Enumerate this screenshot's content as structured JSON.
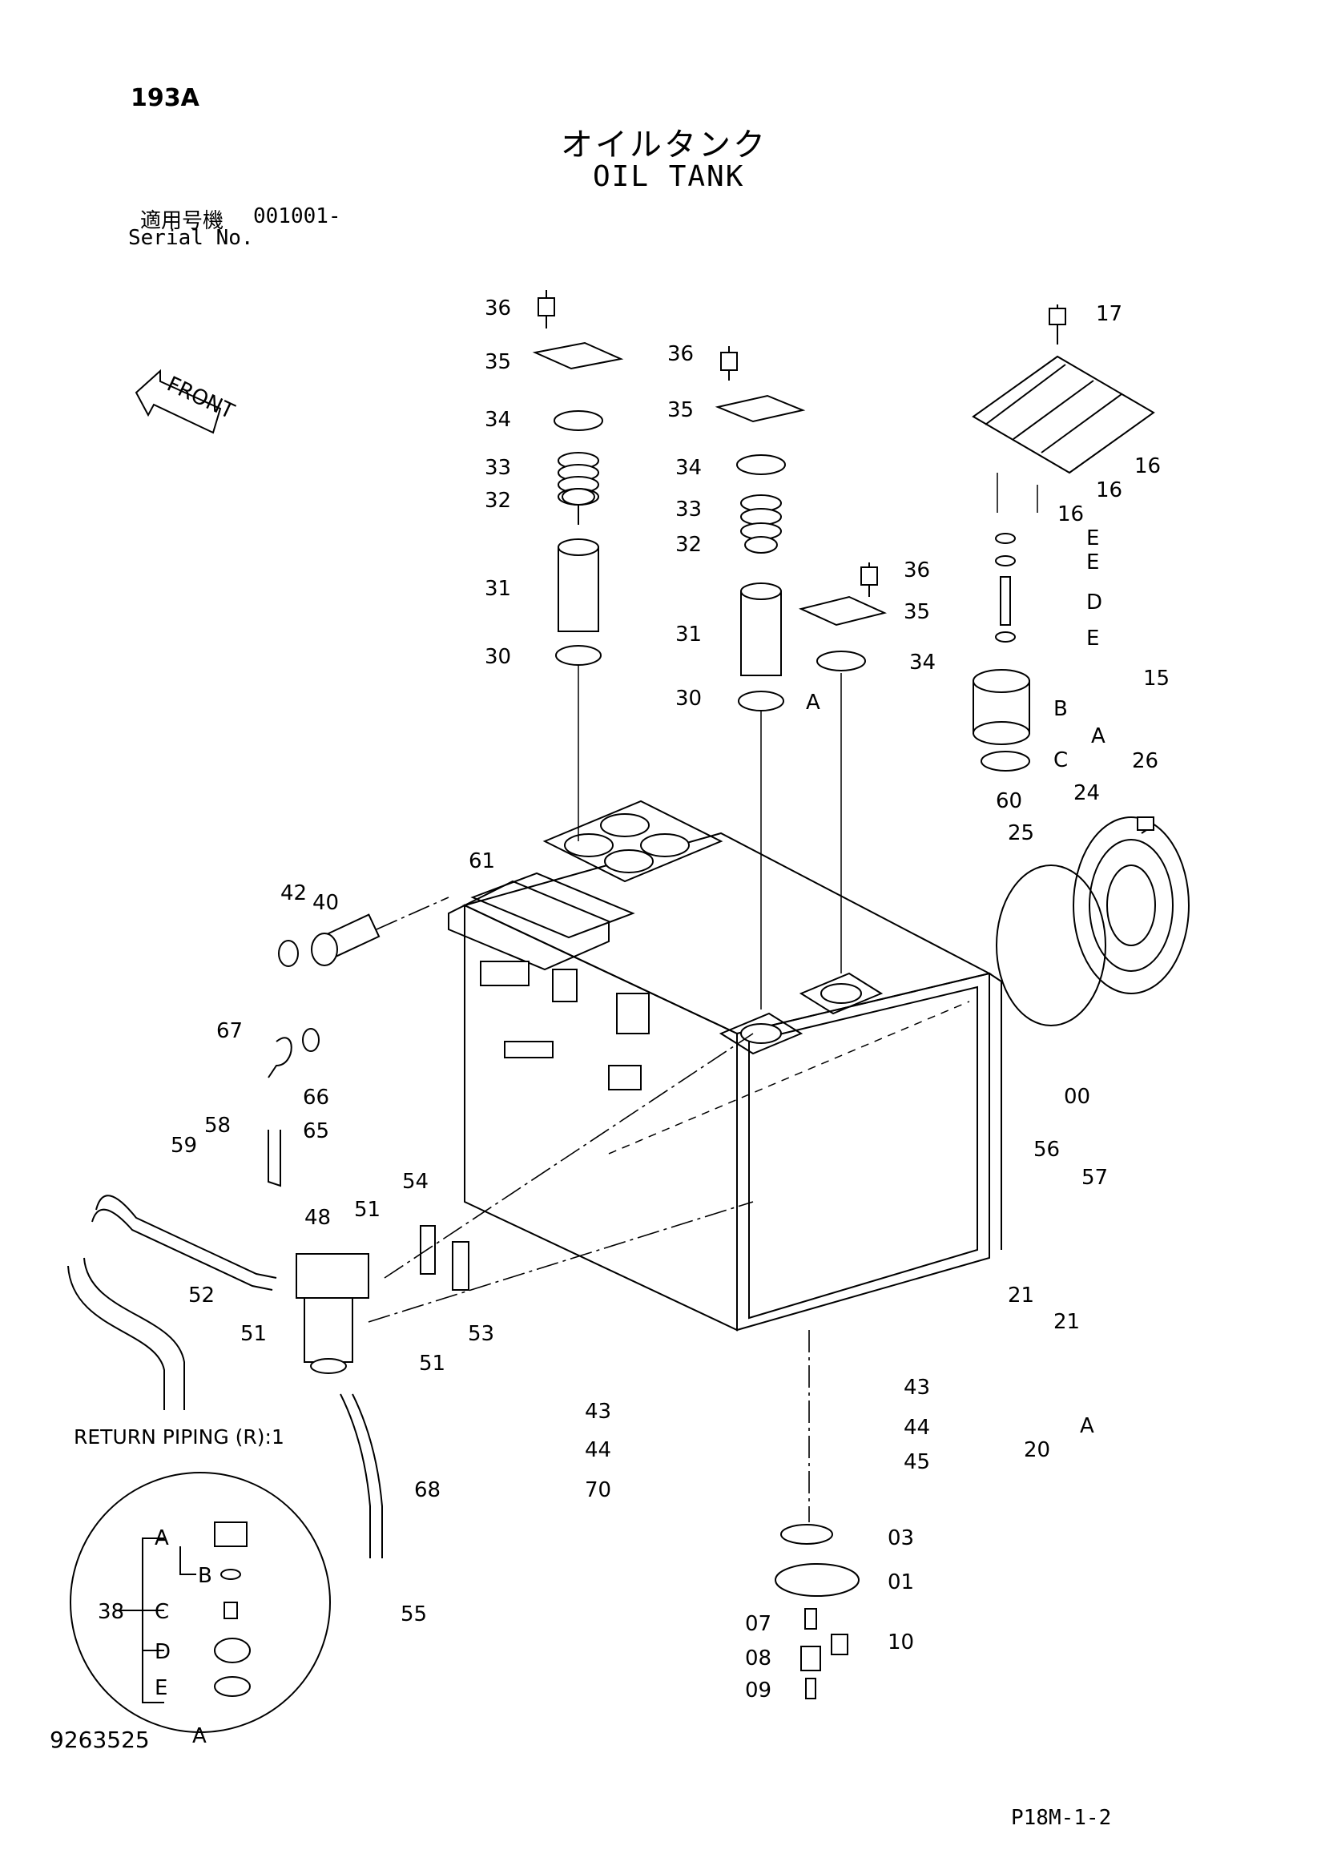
{
  "header": {
    "page_number": "193A",
    "title_jp": "オイルタンク",
    "title_en": "OIL TANK",
    "serial_label_jp": "適用号機",
    "serial_value": "001001-",
    "serial_label_en": "Serial No."
  },
  "direction_label": "FRONT",
  "part_labels": [
    "36",
    "35",
    "34",
    "33",
    "32",
    "31",
    "30",
    "36",
    "35",
    "34",
    "33",
    "32",
    "31",
    "30",
    "36",
    "35",
    "34",
    "17",
    "16",
    "16",
    "16",
    "E",
    "E",
    "D",
    "E",
    "15",
    "B",
    "C",
    "A",
    "A",
    "26",
    "24",
    "25",
    "60",
    "61",
    "40",
    "42",
    "67",
    "66",
    "65",
    "58",
    "59",
    "54",
    "48",
    "51",
    "52",
    "51",
    "51",
    "53",
    "00",
    "56",
    "57",
    "21",
    "21",
    "20",
    "A",
    "43",
    "44",
    "45",
    "43",
    "44",
    "70",
    "68",
    "55",
    "03",
    "01",
    "07",
    "10",
    "08",
    "09"
  ],
  "detail": {
    "group_label": "38",
    "items": [
      "A",
      "B",
      "C",
      "D",
      "E"
    ],
    "ref_label": "A"
  },
  "notes": {
    "return_piping": "RETURN PIPING (R):1"
  },
  "footer": {
    "drawing_number": "9263525",
    "sheet_code": "P18M-1-2"
  }
}
